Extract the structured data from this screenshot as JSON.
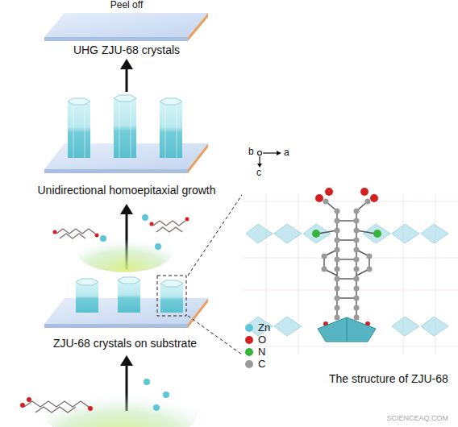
{
  "diagram": {
    "labels": [
      "Peel off",
      "UHG ZJU-68 crystals",
      "Unidirectional homoepitaxial growth",
      "ZJU-68 crystals on substrate",
      "b",
      "a",
      "c",
      "The structure of ZJU-68",
      "SCIENCEAQ.COM"
    ],
    "legend": [
      {
        "text": "Zn",
        "color": "#5cc6d6"
      },
      {
        "text": "O",
        "color": "#d42020"
      },
      {
        "text": "N",
        "color": "#36b43c"
      },
      {
        "text": "C",
        "color": "#9a9a9a"
      }
    ]
  }
}
